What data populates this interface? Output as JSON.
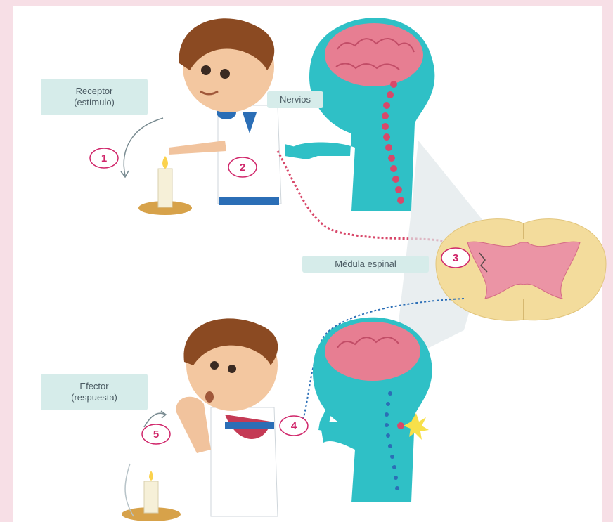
{
  "labels": {
    "receptor_line1": "Receptor",
    "receptor_line2": "(estímulo)",
    "nervios": "Nervios",
    "medula": "Médula espinal",
    "efector_line1": "Efector",
    "efector_line2": "(respuesta)"
  },
  "steps": [
    "1",
    "2",
    "3",
    "4",
    "5"
  ],
  "colors": {
    "background_pink": "#f7dfe6",
    "label_bg": "#d6ecea",
    "silhouette": "#2fc0c6",
    "brain": "#e77e92",
    "badge_text": "#d0266a",
    "spinal_cord": "#f3dc9c"
  }
}
